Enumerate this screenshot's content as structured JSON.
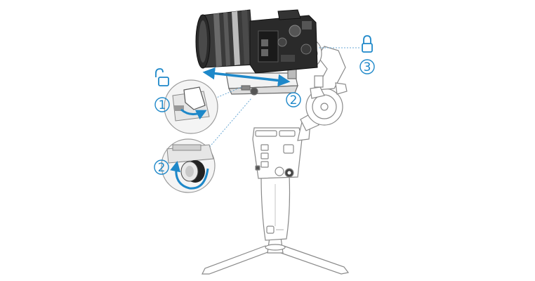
{
  "diagram": {
    "steps": [
      {
        "id": "step-1",
        "label": "1",
        "action": "unlock-lever",
        "icon": "unlock-icon"
      },
      {
        "id": "step-2a",
        "label": "2",
        "action": "slide-camera",
        "icon": "double-arrow-icon"
      },
      {
        "id": "step-2b",
        "label": "2",
        "action": "tighten-knob",
        "icon": "rotate-arrow-icon"
      },
      {
        "id": "step-3",
        "label": "3",
        "action": "lock-tilt-axis",
        "icon": "lock-icon"
      }
    ],
    "colors": {
      "accent": "#1e88c9",
      "line": "#7a7a7a",
      "camera": "#2a2a2a",
      "gimbal": "#ffffff"
    }
  }
}
